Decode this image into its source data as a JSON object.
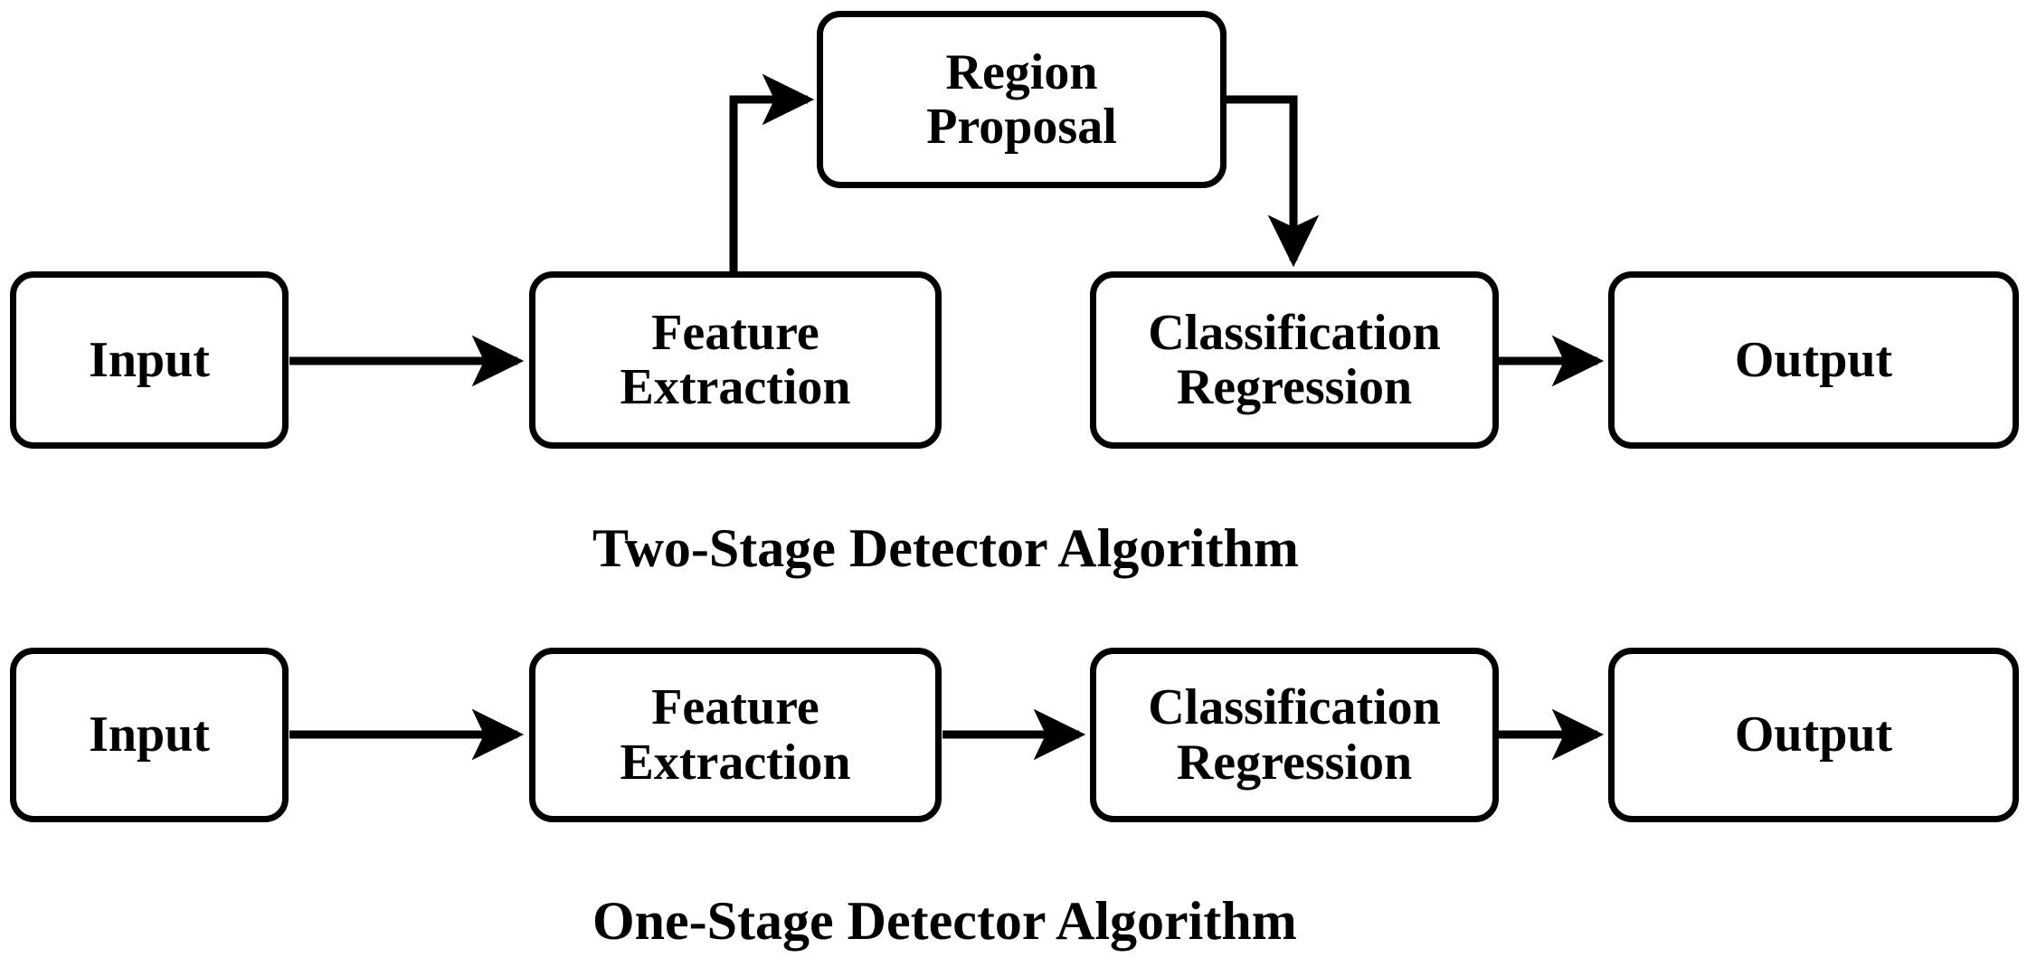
{
  "figure": {
    "background": "#ffffff",
    "stroke_color": "#000000",
    "text_color": "#000000"
  },
  "diagrams": [
    {
      "id": "two-stage",
      "caption": "Two-Stage Detector Algorithm",
      "nodes": [
        {
          "id": "input",
          "line1": "Input",
          "line2": ""
        },
        {
          "id": "feature",
          "line1": "Feature",
          "line2": "Extraction"
        },
        {
          "id": "region",
          "line1": "Region",
          "line2": "Proposal"
        },
        {
          "id": "classification",
          "line1": "Classification",
          "line2": "Regression"
        },
        {
          "id": "output",
          "line1": "Output",
          "line2": ""
        }
      ],
      "edges": [
        {
          "from": "input",
          "to": "feature",
          "style": "straight-arrow"
        },
        {
          "from": "feature",
          "to": "region",
          "style": "elbow-up-arrow"
        },
        {
          "from": "region",
          "to": "classification",
          "style": "elbow-down-arrow"
        },
        {
          "from": "classification",
          "to": "output",
          "style": "straight-arrow"
        }
      ]
    },
    {
      "id": "one-stage",
      "caption": "One-Stage Detector Algorithm",
      "nodes": [
        {
          "id": "input",
          "line1": "Input",
          "line2": ""
        },
        {
          "id": "feature",
          "line1": "Feature",
          "line2": "Extraction"
        },
        {
          "id": "classification",
          "line1": "Classification",
          "line2": "Regression"
        },
        {
          "id": "output",
          "line1": "Output",
          "line2": ""
        }
      ],
      "edges": [
        {
          "from": "input",
          "to": "feature",
          "style": "straight-arrow"
        },
        {
          "from": "feature",
          "to": "classification",
          "style": "straight-arrow"
        },
        {
          "from": "classification",
          "to": "output",
          "style": "straight-arrow"
        }
      ]
    }
  ]
}
